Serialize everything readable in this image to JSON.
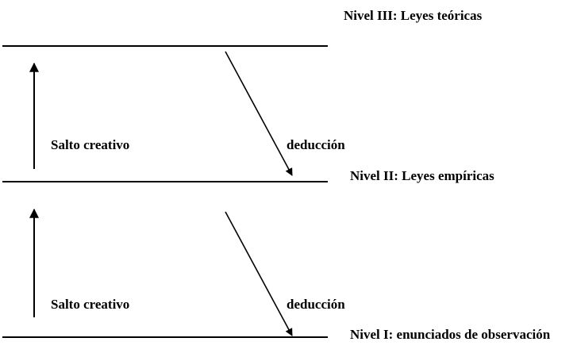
{
  "levels": [
    {
      "label": "Nivel III: Leyes teóricas"
    },
    {
      "label": "Nivel II: Leyes empíricas"
    },
    {
      "label": "Nivel I: enunciados de observación"
    }
  ],
  "transitions": [
    {
      "up_label": "Salto creativo",
      "down_label": "deducción"
    },
    {
      "up_label": "Salto creativo",
      "down_label": "deducción"
    }
  ],
  "colors": {
    "ink": "#000000",
    "background": "#ffffff"
  }
}
